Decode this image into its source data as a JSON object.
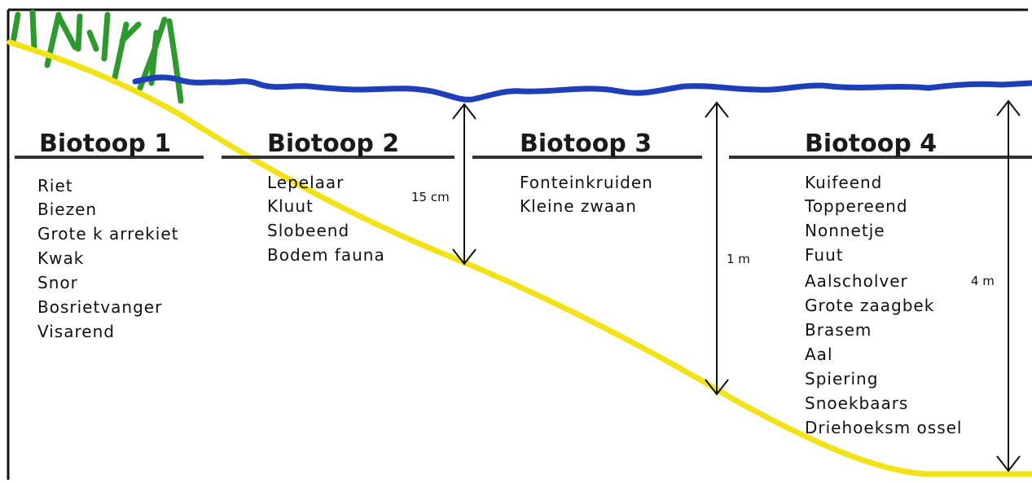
{
  "colors": {
    "water": "#1f3fb8",
    "slope": "#f2e21a",
    "reed": "#2e9a2e",
    "ink": "#111111",
    "divider": "#333333"
  },
  "biotopes": [
    {
      "title": "Biotoop 1",
      "items": [
        "Riet",
        "Biezen",
        "Grote k arrekiet",
        "Kwak",
        "Snor",
        "Bosrietvanger",
        "Visarend"
      ]
    },
    {
      "title": "Biotoop 2",
      "items": [
        "Lepelaar",
        "Kluut",
        "Slobeend",
        "Bodem fauna"
      ]
    },
    {
      "title": "Biotoop 3",
      "items": [
        "Fonteinkruiden",
        "Kleine zwaan"
      ]
    },
    {
      "title": "Biotoop 4",
      "items": [
        "Kuifeend",
        "Toppereend",
        "Nonnetje",
        "Fuut",
        "Aalscholver",
        "Grote zaagbek",
        "Brasem",
        "Aal",
        "Spiering",
        "Snoekbaars",
        "Driehoeksm ossel"
      ]
    }
  ],
  "depths": [
    {
      "label": "15 cm"
    },
    {
      "label": "1 m"
    },
    {
      "label": "4 m"
    }
  ]
}
